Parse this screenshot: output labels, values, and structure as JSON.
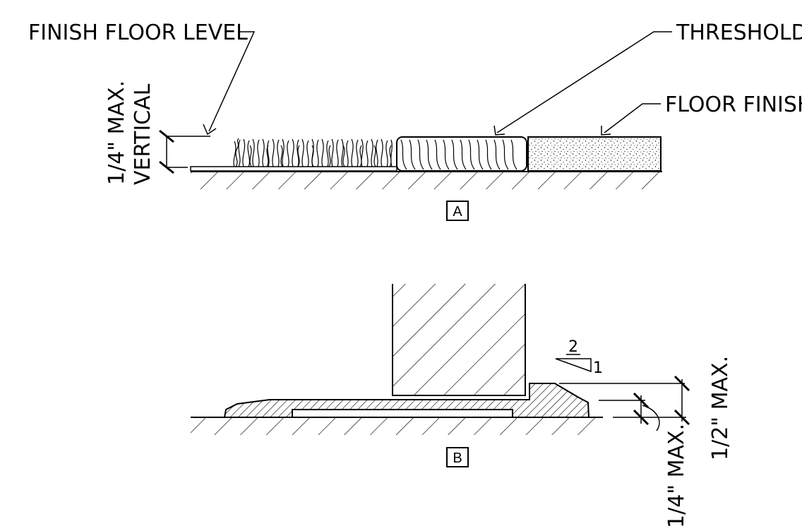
{
  "labels": {
    "finish_floor_level": "FINISH FLOOR LEVEL",
    "threshold": "THRESHOLD",
    "floor_finish": "FLOOR FINISH",
    "dim_a_line1": "1/4\" MAX.",
    "dim_a_line2": "VERTICAL",
    "detail_a": "A",
    "detail_b": "B",
    "slope_run": "2",
    "slope_rise": "1",
    "dim_b_half": "1/2\" MAX.",
    "dim_b_quarter": "1/4\" MAX."
  },
  "colors": {
    "ink": "#000000",
    "background": "#ffffff"
  }
}
